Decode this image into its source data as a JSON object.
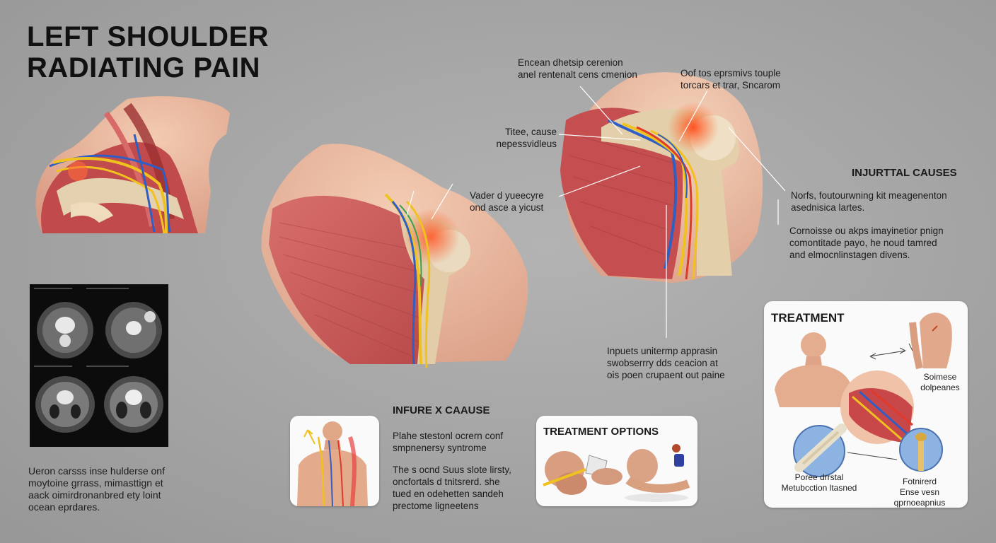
{
  "title": {
    "line1": "LEFT SHOULDER",
    "line2": "RADIATING PAIN"
  },
  "callouts": [
    {
      "line1": "Encean dhetsip cerenion",
      "line2": "anel rentenalt cens cmenion"
    },
    {
      "line1": "Oof tos eprsmivs touple",
      "line2": "torcars et trar, Sncarom"
    },
    {
      "line1": "Titee, cause",
      "line2": "nepessvidleus"
    },
    {
      "line1": "Vader d yueecyre",
      "line2": "ond asce a yicust"
    },
    {
      "line1": "Inpuets unitermp apprasin",
      "line2": "swobserrry dds ceacion at",
      "line3": "ois poen crupaent out paine"
    }
  ],
  "scan_note": {
    "line1": "Ueron carsss inse hulderse onf",
    "line2": "moytoine grrass, mimasttign et",
    "line3": "aack oimirdronanbred ety loint",
    "line4": "ocean eprdares."
  },
  "injury_cause": {
    "heading": "INFURE X CAAUSE",
    "p1_line1": "Plahe stestonl ocrern conf",
    "p1_line2": "smpnenersy syntrome",
    "p2_line1": "The s ocnd Suus slote lirsty,",
    "p2_line2": "oncfortals d tnitsrerd. she",
    "p2_line3": "tued en odehetten sandeh",
    "p2_line4": "prectome ligneetens"
  },
  "treatment_options": {
    "heading": "TREATMENT OPTIONS"
  },
  "injurtal_causes": {
    "heading": "INJURTTAL CAUSES",
    "p1_line1": "Norfs, foutourwning kit meagenenton",
    "p1_line2": "asednisica lartes.",
    "p2_line1": "Cornoisse ou akps imayinetior pnign",
    "p2_line2": "comontitade payo, he noud tamred",
    "p2_line3": "and elmocnlinstagen divens."
  },
  "treatment": {
    "heading": "TREATMENT",
    "label_top_line1": "Soimese",
    "label_top_line2": "dolpeanes",
    "label_left_line1": "Poree drrstal",
    "label_left_line2": "Metubcction ltasned",
    "label_right_line1": "Fotnirerd",
    "label_right_line2": "Ense vesn qprnoeapnius"
  },
  "colors": {
    "background": "#a6a6a6",
    "muscle": "#c9504f",
    "bone": "#dcc7a2",
    "nerve_yellow": "#f0c21f",
    "nerve_blue": "#2f5fc4",
    "pain_glow": "#ff5a2a",
    "card": "#fafafa"
  }
}
